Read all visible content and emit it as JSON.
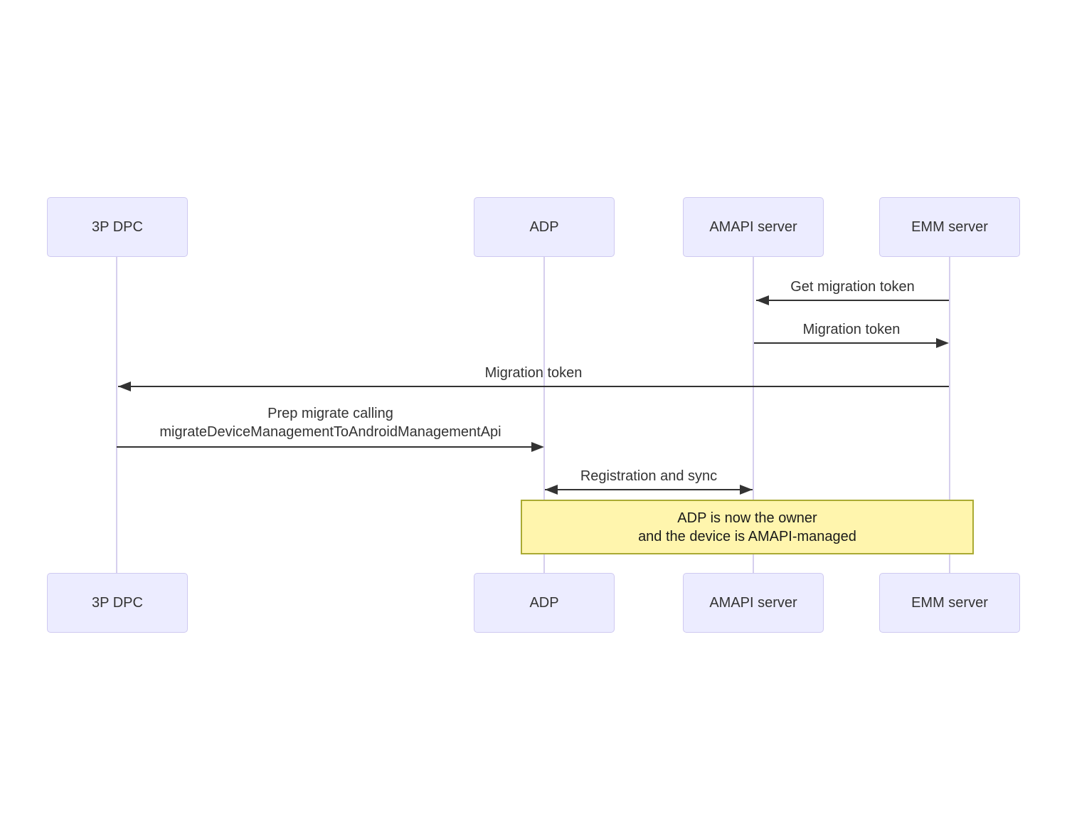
{
  "diagram": {
    "type": "sequence-diagram",
    "background": "#ffffff"
  },
  "actors": [
    {
      "label": "3P DPC"
    },
    {
      "label": "ADP"
    },
    {
      "label": "AMAPI server"
    },
    {
      "label": "EMM server"
    }
  ],
  "messages": [
    {
      "label": "Get migration token",
      "from": "EMM server",
      "to": "AMAPI server",
      "arrow": "left"
    },
    {
      "label": "Migration token",
      "from": "AMAPI server",
      "to": "EMM server",
      "arrow": "right"
    },
    {
      "label": "Migration token",
      "from": "EMM server",
      "to": "3P DPC",
      "arrow": "left"
    },
    {
      "label_line1": "Prep migrate calling",
      "label_line2": "migrateDeviceManagementToAndroidManagementApi",
      "from": "3P DPC",
      "to": "ADP",
      "arrow": "right"
    },
    {
      "label": "Registration and sync",
      "from": "ADP",
      "to": "AMAPI server",
      "arrow": "both"
    }
  ],
  "note": {
    "line1": "ADP is now the owner",
    "line2": "and the device is AMAPI-managed",
    "over": "ADP, AMAPI server, EMM server"
  },
  "colors": {
    "actor_fill": "#ececff",
    "actor_border": "#cfc9f1",
    "lifeline": "#d6cfee",
    "arrow": "#333333",
    "text": "#333333",
    "note_fill": "#fff5ad",
    "note_border": "#aaaa33"
  }
}
